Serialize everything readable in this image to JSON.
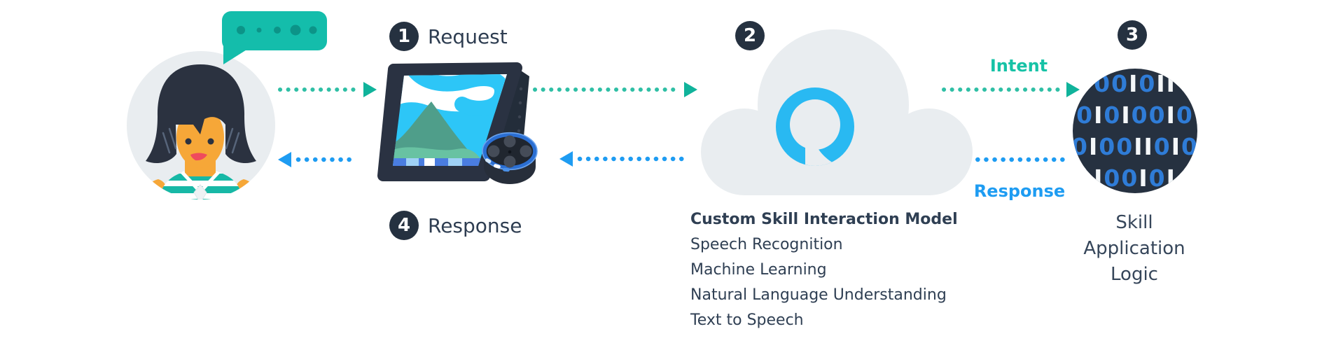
{
  "title": "Alexa custom skill request and response flow diagram",
  "colors": {
    "teal_accent": "#2fbfa5",
    "blue_accent": "#1e9cf2",
    "navy": "#253140",
    "dark_text": "#2e3d51",
    "cloud_gray": "#e9edf0",
    "alexa_blue": "#29b9f2",
    "binary_blue": "#2f7cd7",
    "skin": "#f6a738",
    "shirt_teal": "#17b8a6",
    "bubble_teal": "#14bdab",
    "bubble_dot_teal": "#0c9488"
  },
  "icons": {
    "user": "user-avatar-icon",
    "speech": "speech-bubble-icon",
    "device": "echo-show-device-icon",
    "speaker": "echo-dot-icon",
    "cloud": "alexa-cloud-icon",
    "logo": "alexa-logo-icon",
    "binary": "binary-circle-icon"
  },
  "steps": [
    {
      "number": "1",
      "label": "Request"
    },
    {
      "number": "2",
      "label": ""
    },
    {
      "number": "3",
      "label": ""
    },
    {
      "number": "4",
      "label": "Response"
    }
  ],
  "flow": {
    "intent": "Intent",
    "response": "Response"
  },
  "cloud": {
    "features": [
      "Custom Skill Interaction Model",
      "Speech Recognition",
      "Machine Learning",
      "Natural Language Understanding",
      "Text to Speech"
    ]
  },
  "skill": {
    "caption": [
      "Skill",
      "Application",
      "Logic"
    ],
    "binary_rows": [
      {
        "chars": "00I0II",
        "colors": "bbwbww"
      },
      {
        "chars": "0I0I00I0",
        "colors": "bwbwbbwb"
      },
      {
        "chars": "0I00II0I0",
        "colors": "bwbbwwbwb"
      },
      {
        "chars": "I00I0I",
        "colors": "wbbwbw"
      }
    ]
  }
}
